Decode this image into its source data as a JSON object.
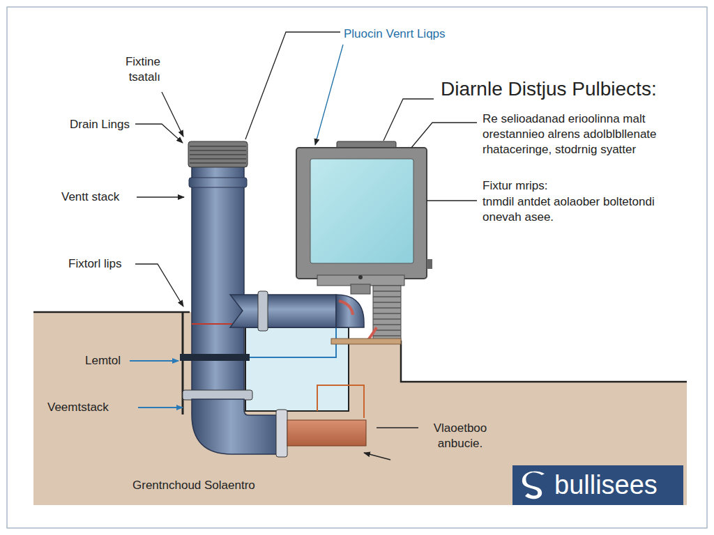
{
  "diagram": {
    "title": "Diarnle Distjus Pulbiects:",
    "caption": "Grentnchoud Solaentro",
    "nodes": [
      {
        "text": [
          "bullisees"
        ]
      }
    ],
    "labels": [
      "Fixtine tsatalı",
      "Pluocin Venrt Liqps",
      "Re selioadanad erioolinna malt orestannieo alrens adolblbllenate rhataceringe, stodrnig syatter",
      "Fixtur mrips:",
      "tnmdil antdet aolaober boltetondi onevah asee.",
      "Drain Lings",
      "Ventt stack",
      "Fixtorl lips",
      "Lemtol",
      "Veemtstack",
      "Vlaoetboo anbucie."
    ]
  }
}
